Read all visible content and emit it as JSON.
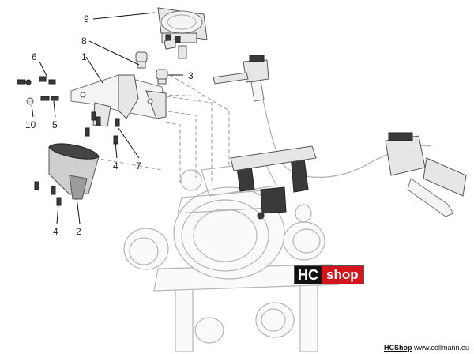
{
  "callouts": [
    {
      "id": "9",
      "label": "9"
    },
    {
      "id": "8",
      "label": "8"
    },
    {
      "id": "1",
      "label": "1"
    },
    {
      "id": "6",
      "label": "6"
    },
    {
      "id": "3",
      "label": "3"
    },
    {
      "id": "10",
      "label": "10"
    },
    {
      "id": "5",
      "label": "5"
    },
    {
      "id": "4a",
      "label": "4"
    },
    {
      "id": "7",
      "label": "7"
    },
    {
      "id": "4b",
      "label": "4"
    },
    {
      "id": "2",
      "label": "2"
    }
  ],
  "watermark": {
    "hc": "HC",
    "shop": "shop"
  },
  "footer": {
    "brand": "HCShop",
    "site": "www.collmann.eu"
  },
  "colors": {
    "hc_bg": "#111111",
    "shop_red": "#d2161b"
  }
}
